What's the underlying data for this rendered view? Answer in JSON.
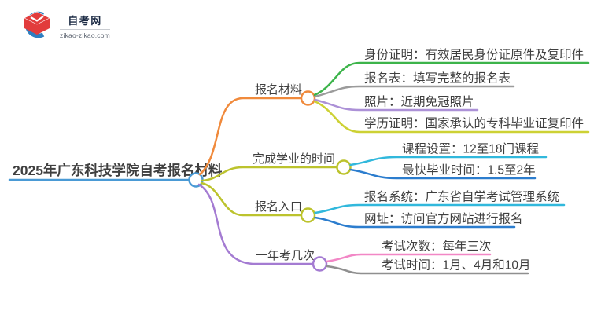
{
  "logo": {
    "title": "自考网",
    "domain": "zikao-zikao.com",
    "icon_colors": {
      "crescent_blue": "#2e7fc1",
      "cap_red": "#e23c3c"
    }
  },
  "central": {
    "label": "2025年广东科技学院自考报名材料",
    "color": "#4a9ad5"
  },
  "branches": [
    {
      "label": "报名材料",
      "color": "#f08a3c",
      "children": [
        {
          "label": "身份证明：有效居民身份证原件及复印件",
          "color": "#3db44b"
        },
        {
          "label": "报名表：填写完整的报名表",
          "color": "#9b9b9b"
        },
        {
          "label": "照片：近期免冠照片",
          "color": "#ac91d7"
        },
        {
          "label": "学历证明：国家承认的专科毕业证复印件",
          "color": "#cdd134"
        }
      ]
    },
    {
      "label": "完成学业的时间",
      "color": "#bcc32d",
      "children": [
        {
          "label": "课程设置：12至18门课程",
          "color": "#31b8dc"
        },
        {
          "label": "最快毕业时间：1.5至2年",
          "color": "#2c7dce"
        }
      ]
    },
    {
      "label": "报名入口",
      "color": "#bcc32d",
      "children": [
        {
          "label": "报名系统：广东省自学考试管理系统",
          "color": "#31b8dc"
        },
        {
          "label": "网址：访问官方网站进行报名",
          "color": "#2c7dce"
        }
      ]
    },
    {
      "label": "一年考几次",
      "color": "#a47bd2",
      "children": [
        {
          "label": "考试次数：每年三次",
          "color": "#f287c6"
        },
        {
          "label": "考试时间：1月、4月和10月",
          "color": "#8f8f8f"
        }
      ]
    }
  ]
}
